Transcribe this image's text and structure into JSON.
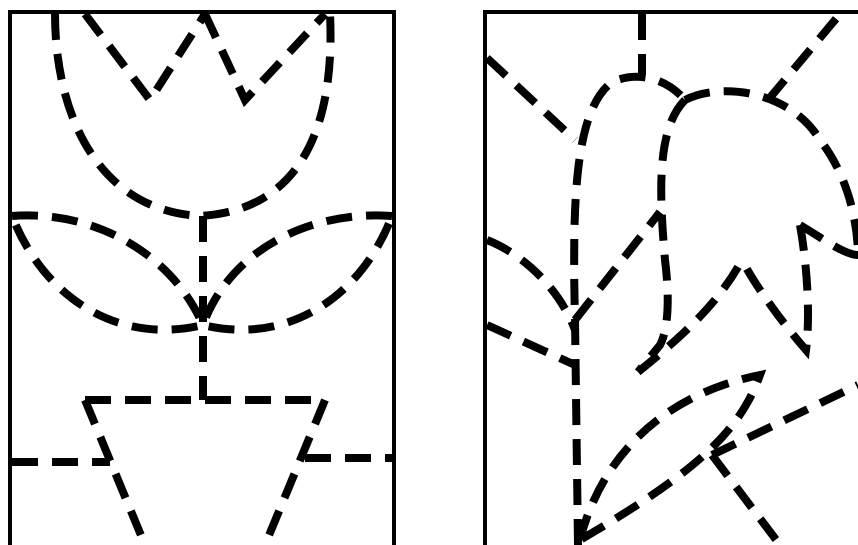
{
  "figure": {
    "panels": [
      {
        "id": "left",
        "subject": "flower-in-pot-outline"
      },
      {
        "id": "right",
        "subject": "scrambled-pieces-outline"
      }
    ],
    "colors": {
      "line": "#000000",
      "background": "#ffffff"
    }
  }
}
